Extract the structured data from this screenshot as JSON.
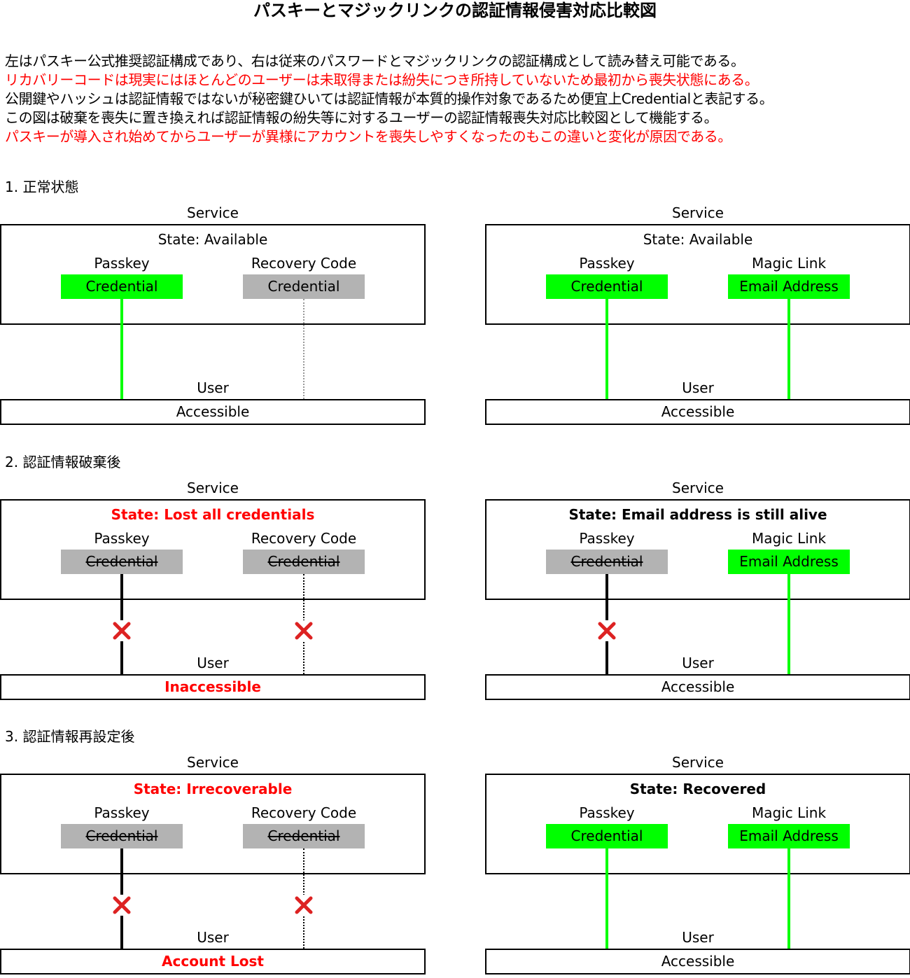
{
  "title": "パスキーとマジックリンクの認証情報侵害対応比較図",
  "intro": [
    {
      "text": "左はパスキー公式推奨認証構成であり、右は従来のパスワードとマジックリンクの認証構成として読み替え可能である。",
      "color": "#000000"
    },
    {
      "text": "リカバリーコードは現実にはほとんどのユーザーは未取得または紛失につき所持していないため最初から喪失状態にある。",
      "color": "#ff0000"
    },
    {
      "text": "公開鍵やハッシュは認証情報ではないが秘密鍵ひいては認証情報が本質的操作対象であるため便宜上Credentialと表記する。",
      "color": "#000000"
    },
    {
      "text": "この図は破棄を喪失に置き換えれば認証情報の紛失等に対するユーザーの認証情報喪失対応比較図として機能する。",
      "color": "#000000"
    },
    {
      "text": "パスキーが導入され始めてからユーザーが異様にアカウントを喪失しやすくなったのもこの違いと変化が原因である。",
      "color": "#ff0000"
    }
  ],
  "sections": [
    {
      "title": "1. 正常状態",
      "left": {
        "service_label": "Service",
        "state": "State: Available",
        "col1": {
          "label": "Passkey",
          "value": "Credential"
        },
        "col2": {
          "label": "Recovery Code",
          "value": "Credential"
        },
        "user_label": "User",
        "user_state": "Accessible"
      },
      "right": {
        "service_label": "Service",
        "state": "State: Available",
        "col1": {
          "label": "Passkey",
          "value": "Credential"
        },
        "col2": {
          "label": "Magic Link",
          "value": "Email Address"
        },
        "user_label": "User",
        "user_state": "Accessible"
      }
    },
    {
      "title": "2. 認証情報破棄後",
      "left": {
        "service_label": "Service",
        "state": "State: Lost all credentials",
        "col1": {
          "label": "Passkey",
          "value": "Credential"
        },
        "col2": {
          "label": "Recovery Code",
          "value": "Credential"
        },
        "user_label": "User",
        "user_state": "Inaccessible"
      },
      "right": {
        "service_label": "Service",
        "state": "State: Email address is still alive",
        "col1": {
          "label": "Passkey",
          "value": "Credential"
        },
        "col2": {
          "label": "Magic Link",
          "value": "Email Address"
        },
        "user_label": "User",
        "user_state": "Accessible"
      }
    },
    {
      "title": "3. 認証情報再設定後",
      "left": {
        "service_label": "Service",
        "state": "State: Irrecoverable",
        "col1": {
          "label": "Passkey",
          "value": "Credential"
        },
        "col2": {
          "label": "Recovery Code",
          "value": "Credential"
        },
        "user_label": "User",
        "user_state": "Account Lost"
      },
      "right": {
        "service_label": "Service",
        "state": "State: Recovered",
        "col1": {
          "label": "Passkey",
          "value": "Credential"
        },
        "col2": {
          "label": "Magic Link",
          "value": "Email Address"
        },
        "user_label": "User",
        "user_state": "Accessible"
      }
    }
  ],
  "icons": {
    "cut": "x-mark-icon"
  },
  "colors": {
    "accent_red": "#ff0000",
    "active_green": "#00ff00",
    "inactive_gray": "#b3b3b3",
    "x_mark": "#dd2222"
  }
}
